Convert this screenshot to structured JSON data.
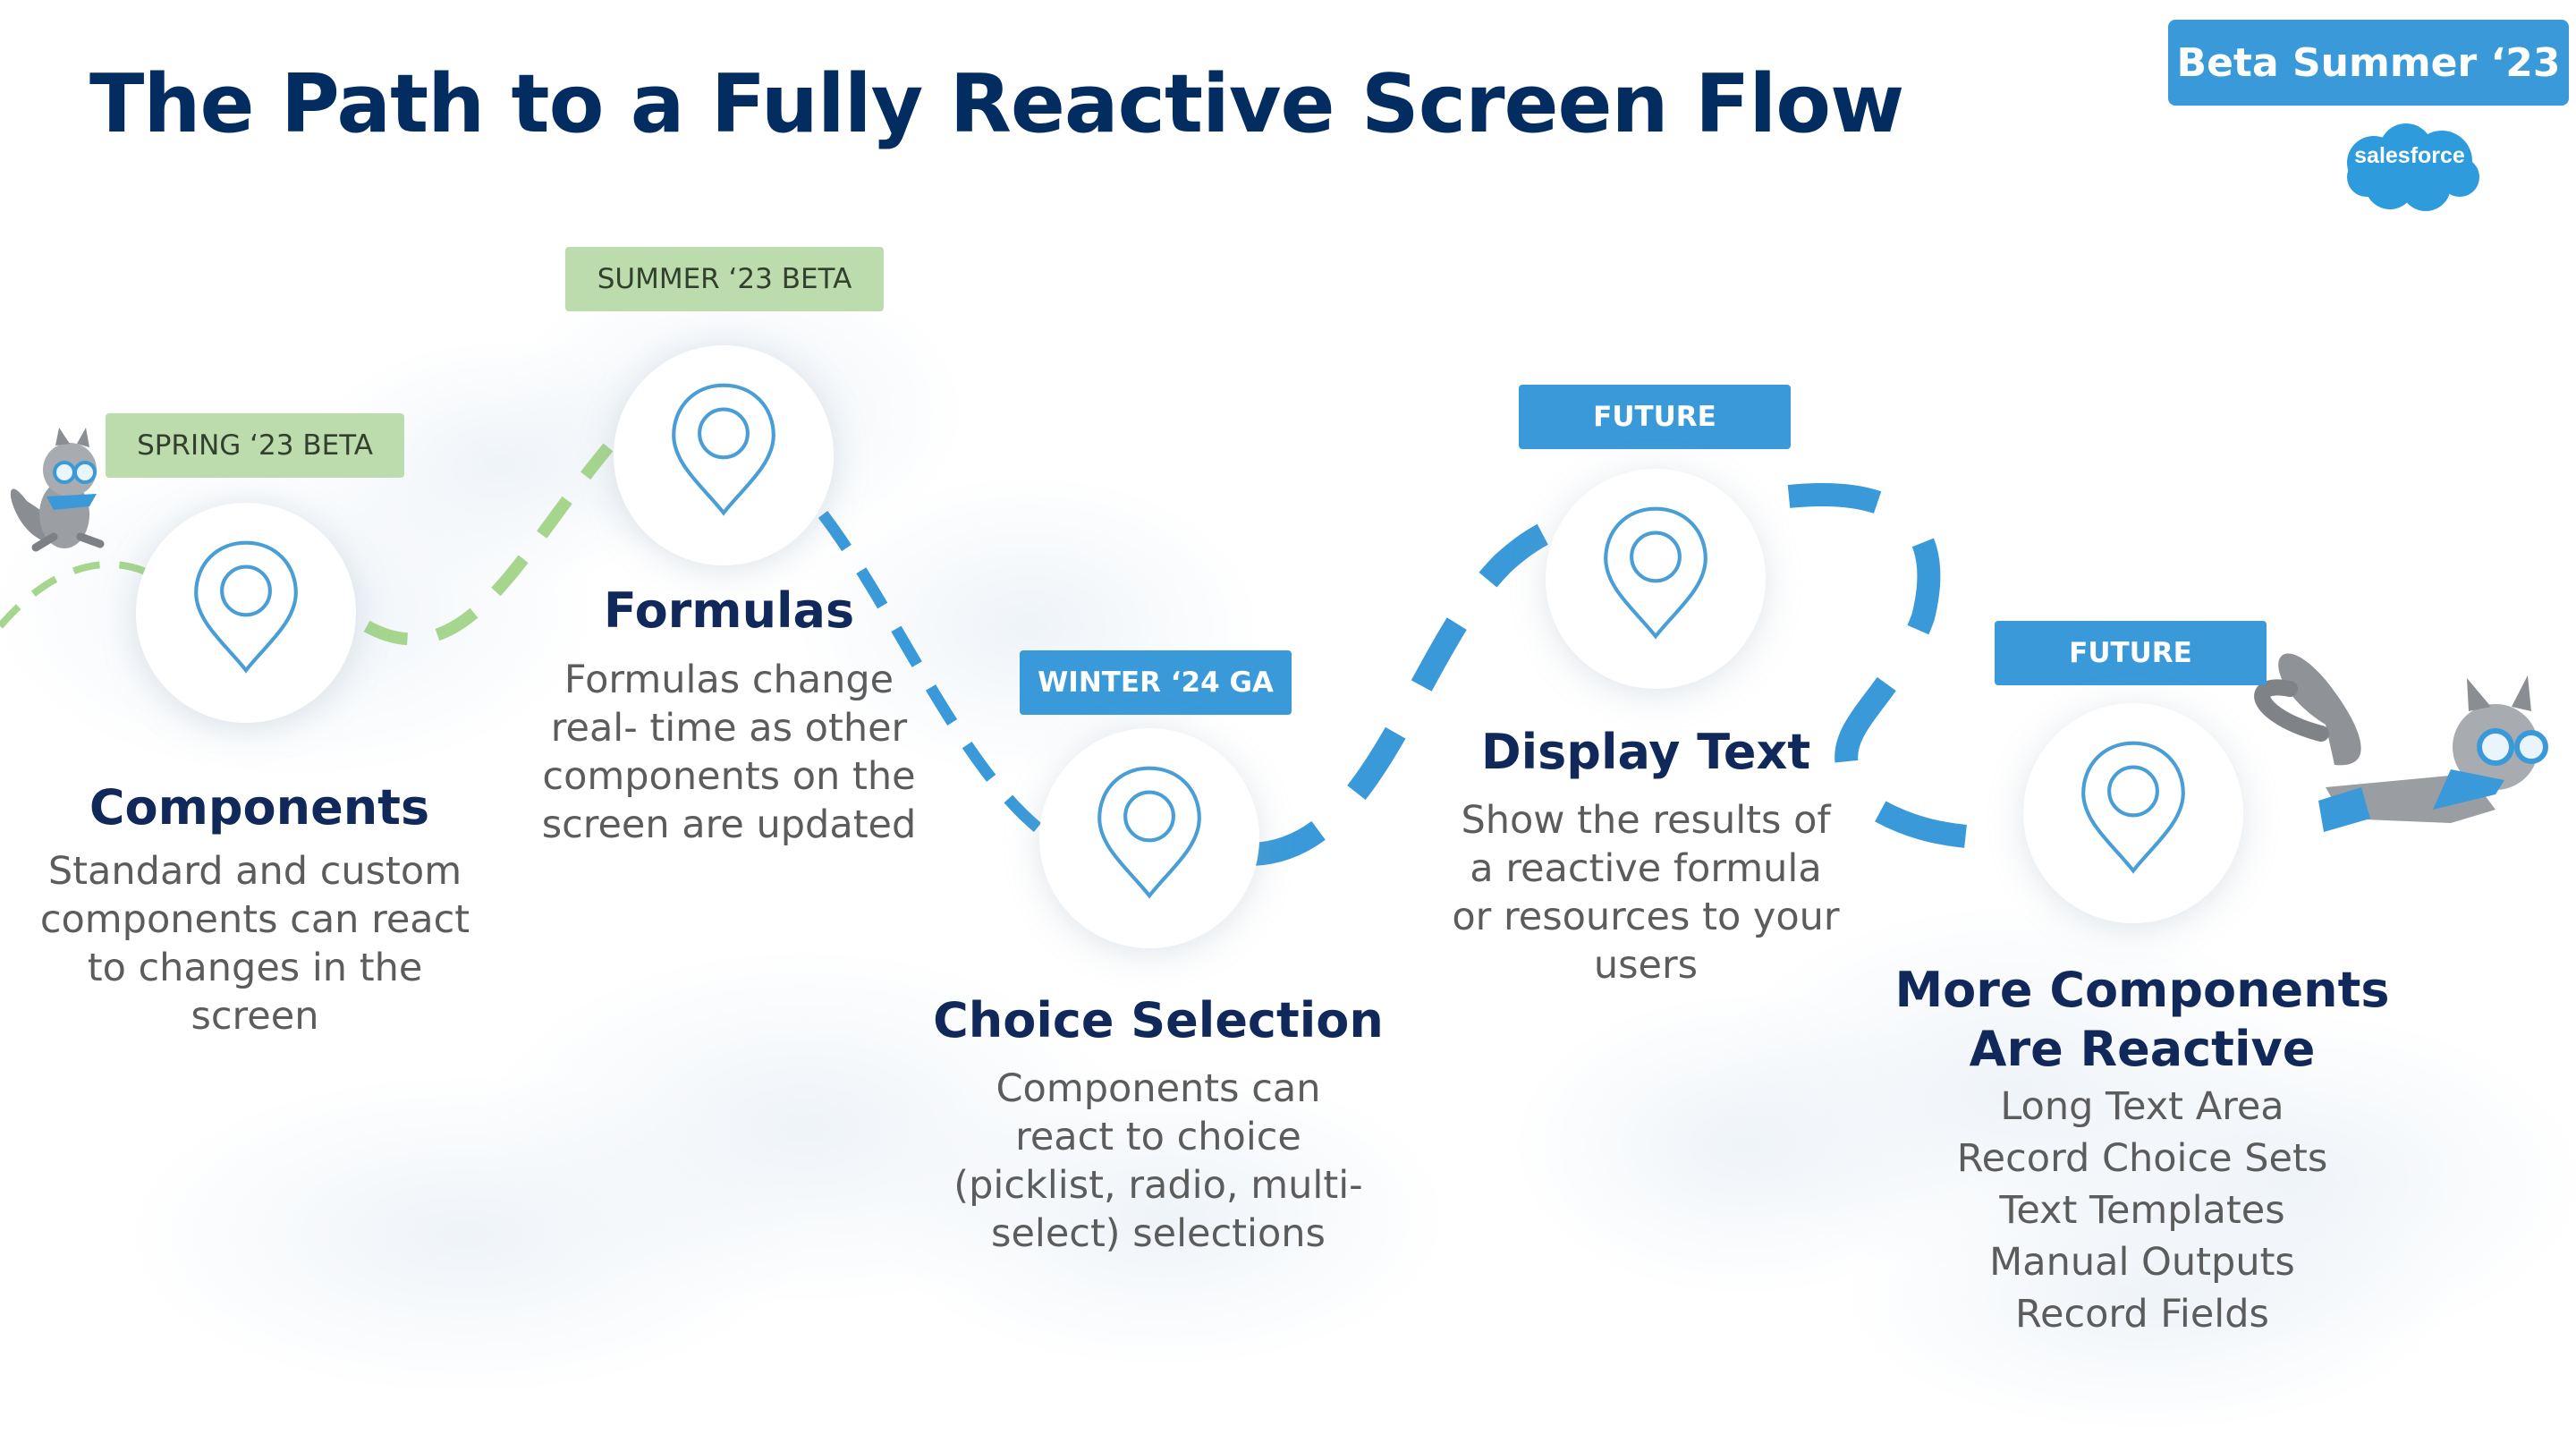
{
  "slide_title": "The Path to a Fully Reactive Screen Flow",
  "release_badge": "Beta Summer ‘23",
  "logo_text": "salesforce",
  "colors": {
    "title": "#032d60",
    "accent_blue": "#3a9ad9",
    "green_tag": "#bcdcae",
    "pin_outline": "#4a9ed6",
    "body_text": "#5c5c5c"
  },
  "milestones": [
    {
      "tag": "SPRING ‘23 BETA",
      "tag_style": "green",
      "icon": "map-pin-icon",
      "title": "Components",
      "description": "Standard and custom components can react to changes in the screen"
    },
    {
      "tag": "SUMMER ‘23 BETA",
      "tag_style": "green",
      "icon": "map-pin-icon",
      "title": "Formulas",
      "description": "Formulas change real- time as other components on the screen are updated"
    },
    {
      "tag": "WINTER ‘24 GA",
      "tag_style": "blue",
      "icon": "map-pin-icon",
      "title": "Choice Selection",
      "description": "Components can react to choice (picklist, radio, multi-select) selections"
    },
    {
      "tag": "FUTURE",
      "tag_style": "blue",
      "icon": "map-pin-icon",
      "title": "Display Text",
      "description": "Show the results of a reactive formula or resources to your users"
    },
    {
      "tag": "FUTURE",
      "tag_style": "blue",
      "icon": "map-pin-icon",
      "title": "More Components  Are Reactive",
      "items": [
        "Long Text Area",
        "Record Choice Sets",
        "Text Templates",
        "Manual Outputs",
        "Record Fields"
      ]
    }
  ],
  "mascots": [
    "squirrel-mascot-running",
    "squirrel-mascot-flying"
  ]
}
